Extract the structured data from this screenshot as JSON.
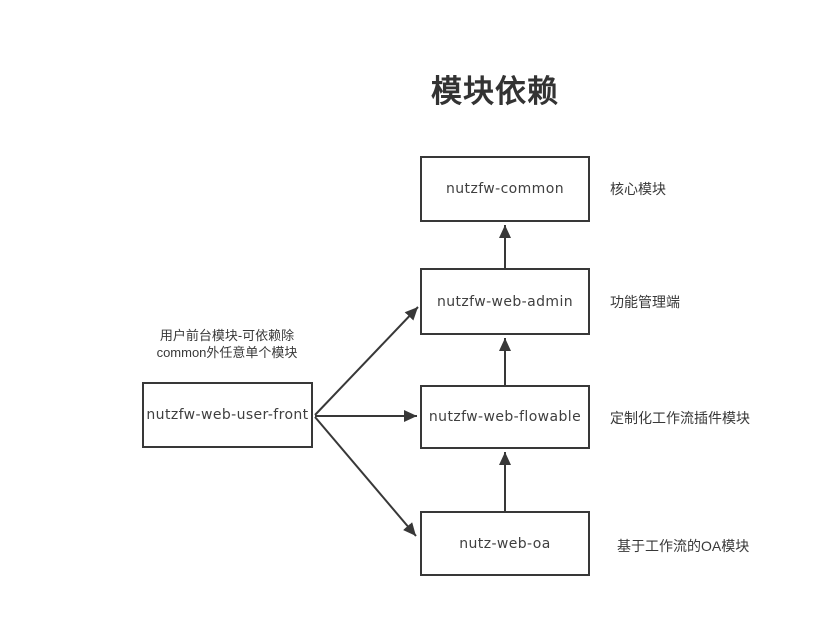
{
  "title": "模块依赖",
  "annotation": {
    "line1": "用户前台模块-可依赖除",
    "line2": "common外任意单个模块"
  },
  "nodes": [
    {
      "id": "nutzfw-common",
      "label": "nutzfw-common",
      "note": "核心模块"
    },
    {
      "id": "nutzfw-web-admin",
      "label": "nutzfw-web-admin",
      "note": "功能管理端"
    },
    {
      "id": "nutzfw-web-flowable",
      "label": "nutzfw-web-flowable",
      "note": "定制化工作流插件模块"
    },
    {
      "id": "nutz-web-oa",
      "label": "nutz-web-oa",
      "note": "基于工作流的OA模块"
    },
    {
      "id": "nutzfw-web-user-front",
      "label": "nutzfw-web-user-front",
      "note": ""
    }
  ],
  "edges": [
    {
      "from": "nutzfw-web-admin",
      "to": "nutzfw-common"
    },
    {
      "from": "nutzfw-web-flowable",
      "to": "nutzfw-web-admin"
    },
    {
      "from": "nutz-web-oa",
      "to": "nutzfw-web-flowable"
    },
    {
      "from": "nutzfw-web-user-front",
      "to": "nutzfw-web-admin"
    },
    {
      "from": "nutzfw-web-user-front",
      "to": "nutzfw-web-flowable"
    },
    {
      "from": "nutzfw-web-user-front",
      "to": "nutz-web-oa"
    }
  ],
  "colors": {
    "line": "#383838",
    "title_text": "#333333",
    "node_text": "#3f3f3f",
    "background": "#ffffff"
  }
}
